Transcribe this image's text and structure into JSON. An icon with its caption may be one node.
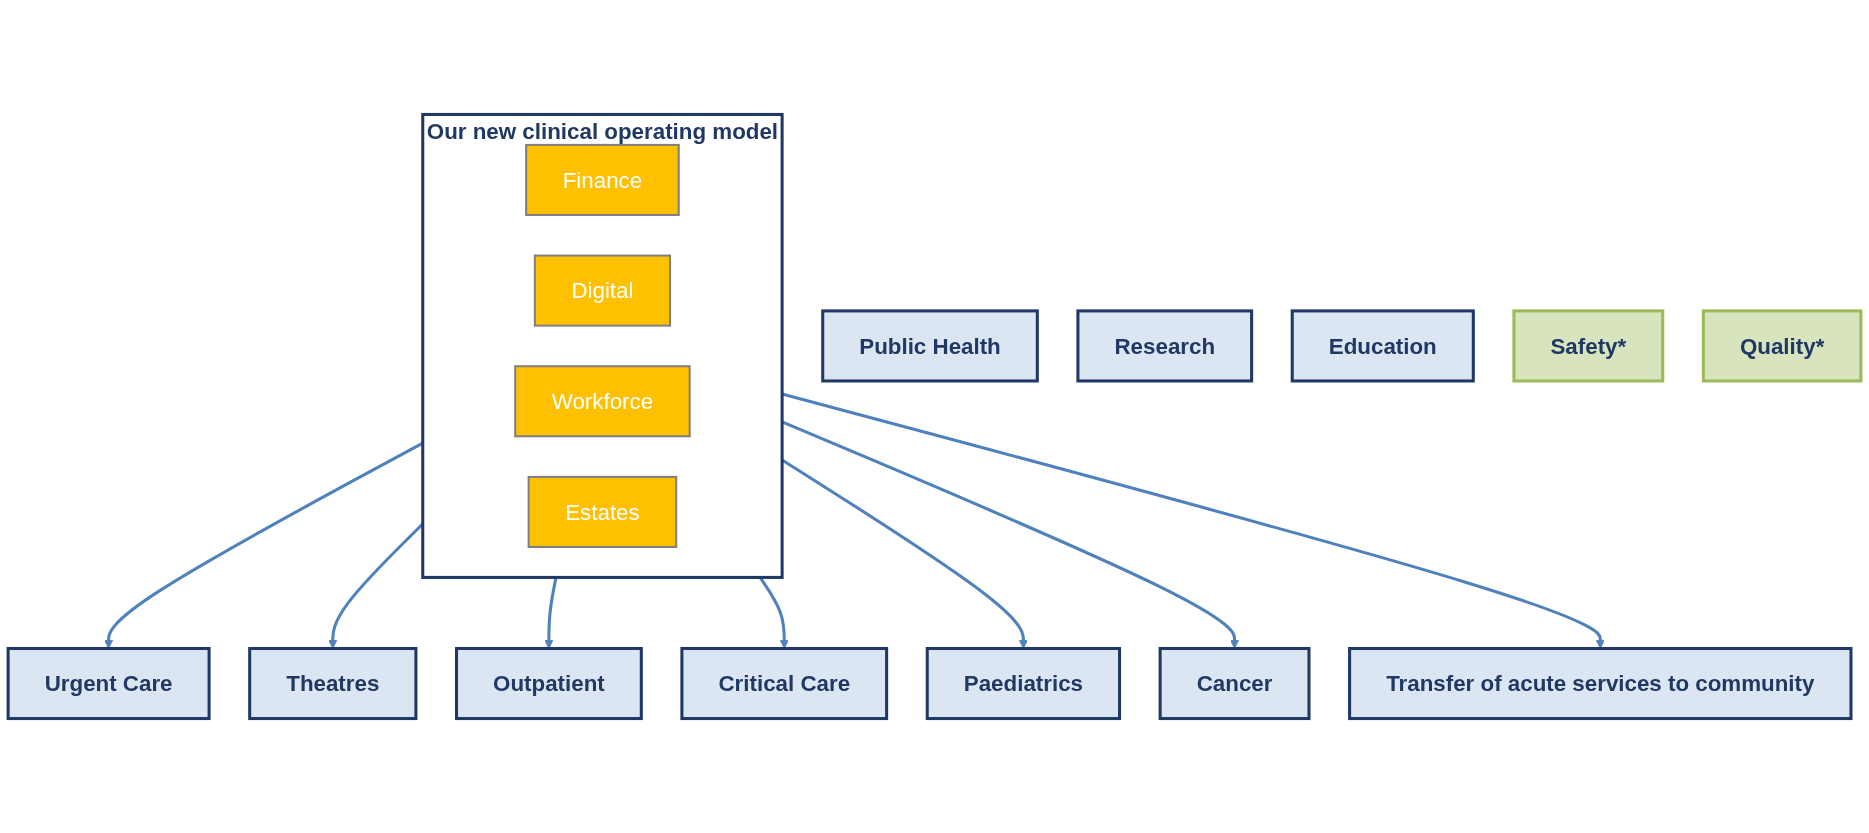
{
  "diagram": {
    "nodes": [
      {
        "text": [
          "Public Health"
        ]
      },
      {
        "text": [
          "Research"
        ]
      },
      {
        "text": [
          "Education"
        ]
      },
      {
        "text": [
          "Safety*"
        ]
      },
      {
        "text": [
          "Quality*"
        ]
      },
      {
        "text": [
          "Our new clinical operating model"
        ]
      },
      {
        "text": [
          "Finance"
        ],
        "in": 5
      },
      {
        "text": [
          "Digital"
        ],
        "in": 5
      },
      {
        "text": [
          "Workforce"
        ],
        "in": 5
      },
      {
        "text": [
          "Estates"
        ],
        "in": 5
      },
      {
        "text": [
          "Urgent Care"
        ]
      },
      {
        "text": [
          "Theatres"
        ]
      },
      {
        "text": [
          "Outpatient"
        ]
      },
      {
        "text": [
          "Critical Care"
        ]
      },
      {
        "text": [
          "Paediatrics"
        ]
      },
      {
        "text": [
          "Cancer"
        ]
      },
      {
        "text": [
          "Transfer of acute services to community"
        ]
      }
    ],
    "edges": [
      {
        "from": 5,
        "to": 10,
        "arrow": "to"
      },
      {
        "from": 5,
        "to": 11,
        "arrow": "to"
      },
      {
        "from": 5,
        "to": 12,
        "arrow": "to"
      },
      {
        "from": 5,
        "to": 13,
        "arrow": "to"
      },
      {
        "from": 5,
        "to": 14,
        "arrow": "to"
      },
      {
        "from": 5,
        "to": 15,
        "arrow": "to"
      },
      {
        "from": 5,
        "to": 16,
        "arrow": "to"
      }
    ]
  }
}
